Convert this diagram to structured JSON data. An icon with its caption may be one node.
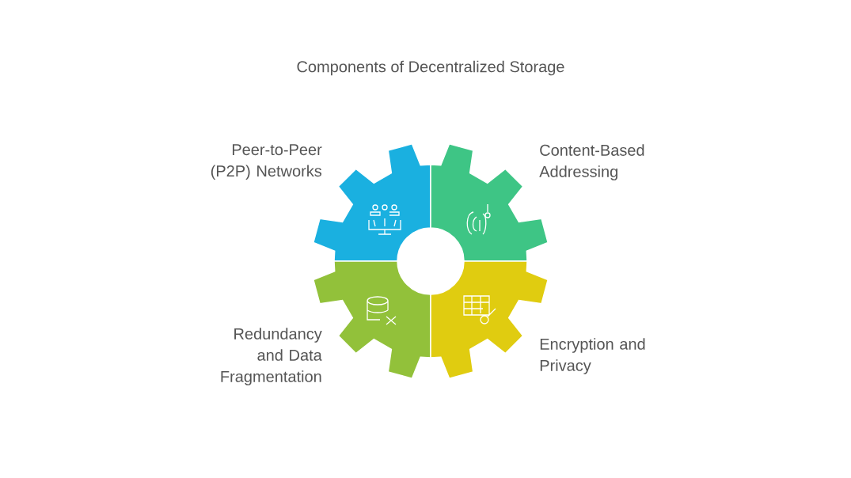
{
  "diagram": {
    "title": "Components of Decentralized Storage",
    "nodes": [
      {
        "text": [
          "Peer-to-Peer (P2P) Networks"
        ]
      },
      {
        "text": [
          "Content-Based Addressing"
        ]
      },
      {
        "text": [
          "Redundancy and Data Fragmentation"
        ]
      },
      {
        "text": [
          "Encryption and Privacy"
        ]
      }
    ]
  }
}
